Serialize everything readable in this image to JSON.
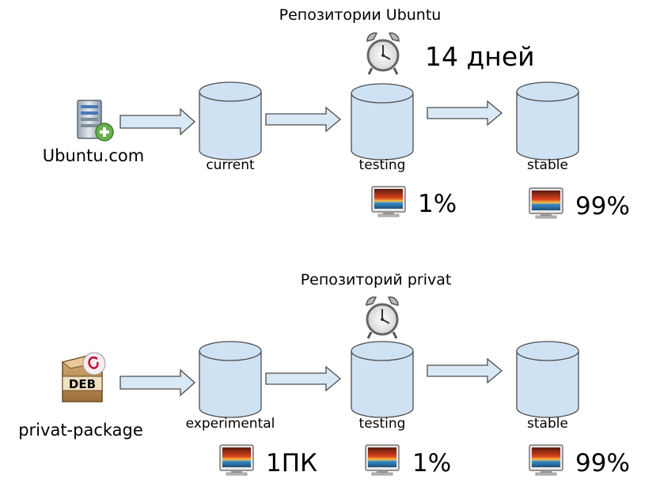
{
  "top": {
    "title": "Репозитории Ubuntu",
    "timer_label": "14 дней",
    "source_label": "Ubuntu.com",
    "repos": [
      "current",
      "testing",
      "stable"
    ],
    "testing_percent": "1%",
    "stable_percent": "99%"
  },
  "bottom": {
    "title": "Репозиторий privat",
    "source_label": "privat-package",
    "deb_label": "DEB",
    "repos": [
      "experimental",
      "testing",
      "stable"
    ],
    "experimental_count": "1ПК",
    "testing_percent": "1%",
    "stable_percent": "99%"
  },
  "icons": {
    "server": "server-add-icon",
    "package": "deb-package-icon",
    "clock": "alarm-clock-icon",
    "monitor": "monitor-icon"
  },
  "colors": {
    "cylinder_fill": "#cfe2f3",
    "arrow_fill": "#d9e8f5",
    "outline": "#4d4d4d",
    "add_badge": "#6ab04c"
  }
}
